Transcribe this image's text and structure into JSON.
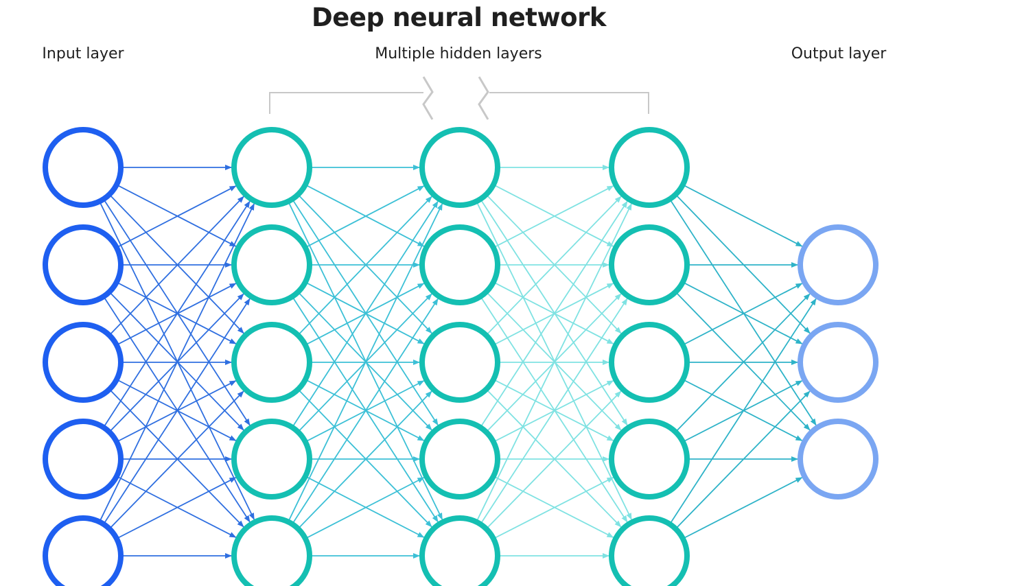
{
  "title": "Deep neural network",
  "labels": {
    "input": "Input layer",
    "hidden": "Multiple hidden layers",
    "output": "Output layer"
  },
  "layers": [
    {
      "role": "input",
      "nodes": 5,
      "color": "#1e5ff0"
    },
    {
      "role": "hidden",
      "nodes": 5,
      "color": "#14bfb2"
    },
    {
      "role": "hidden",
      "nodes": 5,
      "color": "#14bfb2"
    },
    {
      "role": "hidden",
      "nodes": 5,
      "color": "#14bfb2"
    },
    {
      "role": "output",
      "nodes": 3,
      "color": "#7aa6f2"
    }
  ],
  "connection_colors": [
    "#2f6fe0",
    "#3cc0d6",
    "#7fe2e2",
    "#2eb3c8"
  ],
  "bracket_color": "#c8c8c8"
}
